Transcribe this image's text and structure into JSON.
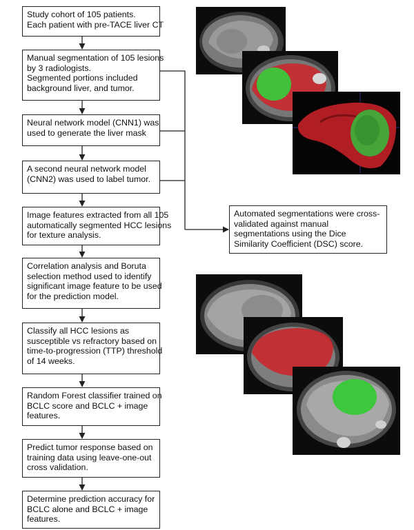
{
  "steps": [
    {
      "lines": [
        "Study cohort of 105 patients.",
        "Each patient with pre-TACE liver CT"
      ]
    },
    {
      "lines": [
        "Manual segmentation of 105 lesions",
        "by 3 radiologists.",
        "Segmented portions included",
        "background liver, and tumor."
      ]
    },
    {
      "lines": [
        "Neural network model (CNN1) was",
        "used to generate the liver mask"
      ]
    },
    {
      "lines": [
        "A second neural network model",
        "(CNN2) was used to label tumor."
      ]
    },
    {
      "lines": [
        "Image features extracted from all 105",
        "automatically segmented HCC lesions",
        "for texture analysis."
      ]
    },
    {
      "lines": [
        "Correlation analysis and Boruta",
        "selection method used to identify",
        "significant image feature to be used",
        "for the prediction model."
      ]
    },
    {
      "lines": [
        "Classify all HCC lesions as",
        "susceptible vs refractory based on",
        "time-to-progression (TTP) threshold",
        "of 14 weeks."
      ]
    },
    {
      "lines": [
        "Random Forest classifier trained on",
        "BCLC score and BCLC + image",
        "features."
      ]
    },
    {
      "lines": [
        "Predict tumor response based on",
        "training data using leave-one-out",
        "cross validation."
      ]
    },
    {
      "lines": [
        "Determine prediction accuracy for",
        "BCLC alone and BCLC + image",
        "features."
      ]
    }
  ],
  "side_box": {
    "lines": [
      "Automated segmentations were cross-",
      "validated against manual",
      "segmentations using the Dice",
      "Similarity Coefficient (DSC) score."
    ]
  },
  "colors": {
    "liver_overlay": "#c8282c",
    "tumor_overlay": "#3cc83c",
    "ct_background": "#0c0c0c",
    "border": "#222222"
  }
}
